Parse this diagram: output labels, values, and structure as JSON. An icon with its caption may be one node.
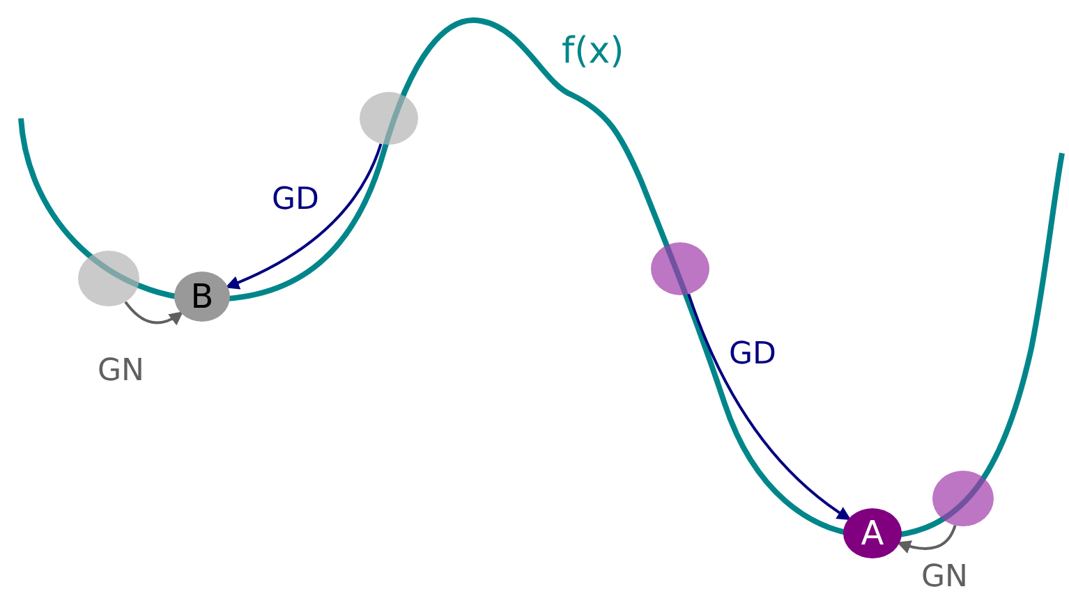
{
  "diagram": {
    "nodes": [
      {
        "text": [],
        "shape": "circle"
      },
      {
        "text": [
          "B"
        ]
      },
      {
        "text": [],
        "shape": "circle"
      },
      {
        "text": [],
        "shape": "circle"
      },
      {
        "text": [
          "A"
        ]
      },
      {
        "text": [],
        "shape": "circle"
      }
    ],
    "edges": [
      {
        "from": 2,
        "to": 1,
        "arrow": "to",
        "label": "GD",
        "color": "#000080"
      },
      {
        "from": 0,
        "to": 1,
        "arrow": "to",
        "label": "GN",
        "color": "#606060"
      },
      {
        "from": 3,
        "to": 4,
        "arrow": "to",
        "label": "GD",
        "color": "#000080"
      },
      {
        "from": 5,
        "to": 4,
        "arrow": "to",
        "label": "GN",
        "color": "#606060"
      }
    ],
    "labels": [
      "f(x)"
    ]
  }
}
